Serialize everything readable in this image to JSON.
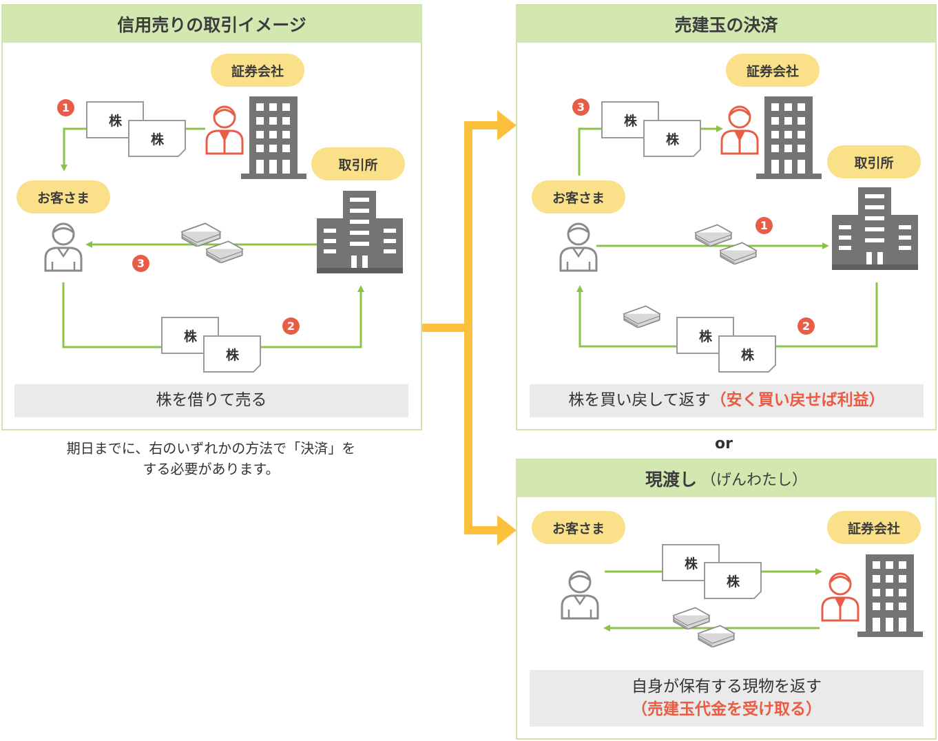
{
  "left_panel": {
    "title": "信用売りの取引イメージ",
    "securities_label": "証券会社",
    "exchange_label": "取引所",
    "customer_label": "お客さま",
    "stock_label": "株",
    "steps": [
      "1",
      "2",
      "3"
    ],
    "caption": "株を借りて売る"
  },
  "note": {
    "line1": "期日までに、右のいずれかの方法で「決済」を",
    "line2": "する必要があります。"
  },
  "top_right_panel": {
    "title": "売建玉の決済",
    "securities_label": "証券会社",
    "exchange_label": "取引所",
    "customer_label": "お客さま",
    "stock_label": "株",
    "steps": [
      "1",
      "2",
      "3"
    ],
    "caption_main": "株を買い戻して返す",
    "caption_highlight": "（安く買い戻せば利益）"
  },
  "or_label": "or",
  "bottom_right_panel": {
    "title": "現渡し",
    "title_sub": "（げんわたし）",
    "customer_label": "お客さま",
    "securities_label": "証券会社",
    "stock_label": "株",
    "caption_main": "自身が保有する現物を返す",
    "caption_highlight": "（売建玉代金を受け取る）"
  },
  "colors": {
    "panel_header": "#d3e8b1",
    "panel_border": "#cfe5ad",
    "arrow_green": "#8cc34a",
    "connector_orange": "#fbc13c",
    "label_yellow": "#fbe08a",
    "step_red": "#e85d46",
    "building_gray": "#747474",
    "person_red": "#e85d46",
    "person_gray": "#8a8a8a"
  },
  "icons": [
    "building-icon",
    "exchange-building-icon",
    "person-icon",
    "cash-icon",
    "stock-document-icon",
    "arrow-icon"
  ]
}
